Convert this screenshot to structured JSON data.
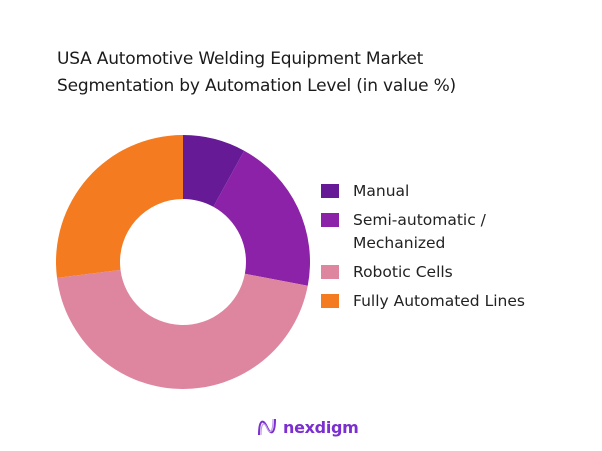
{
  "title": {
    "line1": "USA Automotive Welding Equipment Market",
    "line2": "Segmentation by Automation Level (in value %)"
  },
  "legend": {
    "items": [
      {
        "label": "Manual",
        "color": "#661a96"
      },
      {
        "label": "Semi-automatic / Mechanized",
        "color": "#8b22a8"
      },
      {
        "label": "Robotic Cells",
        "color": "#de86a0"
      },
      {
        "label": "Fully Automated Lines",
        "color": "#f47b20"
      }
    ]
  },
  "logo": {
    "text": "nexdigm",
    "color": "#7b2fd0"
  },
  "chart_data": {
    "type": "pie",
    "subtype": "donut",
    "title": "USA Automotive Welding Equipment Market Segmentation by Automation Level (in value %)",
    "categories": [
      "Manual",
      "Semi-automatic / Mechanized",
      "Robotic Cells",
      "Fully Automated Lines"
    ],
    "values": [
      8,
      20,
      45,
      27
    ],
    "colors": [
      "#661a96",
      "#8b22a8",
      "#de86a0",
      "#f47b20"
    ],
    "start_angle_deg": 0,
    "direction": "clockwise",
    "inner_radius_ratio": 0.5,
    "legend_position": "right",
    "data_labels": false
  }
}
